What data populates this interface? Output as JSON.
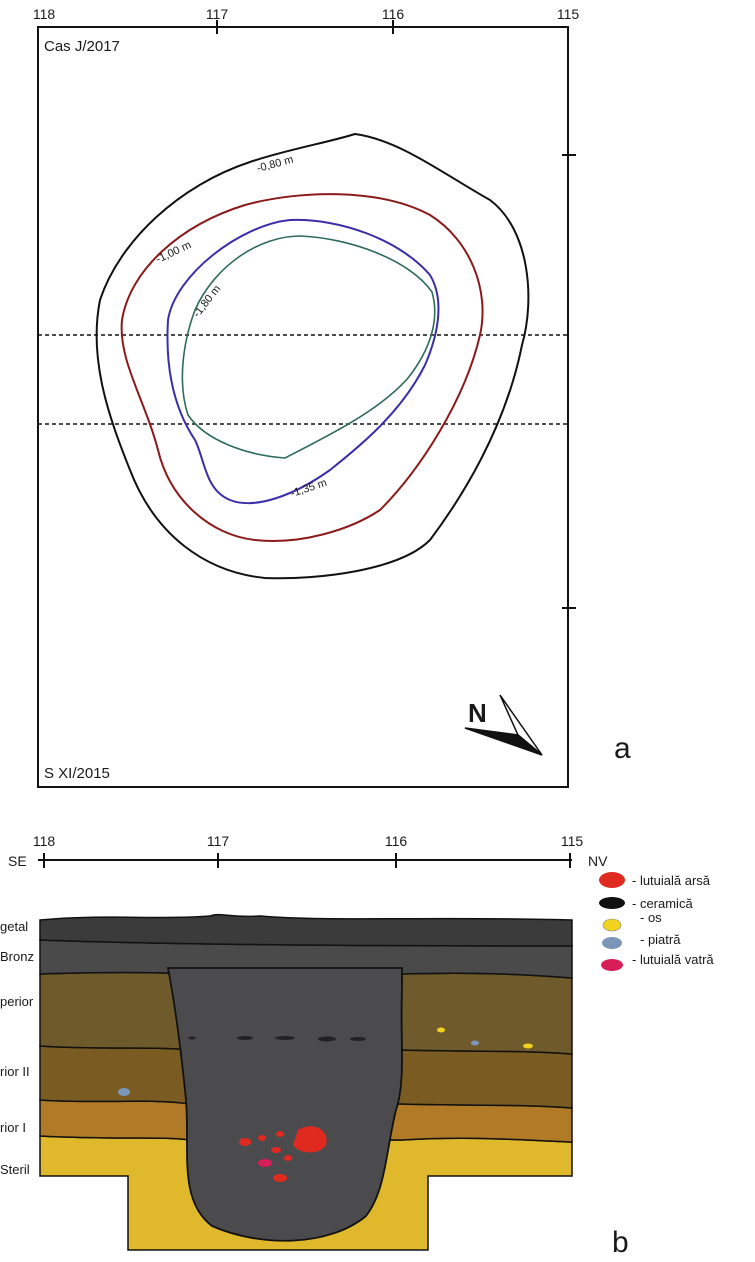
{
  "plan": {
    "ticks": [
      "118",
      "117",
      "116",
      "115"
    ],
    "title_top": "Cas J/2017",
    "title_bottom": "S XI/2015",
    "panel_letter": "a",
    "north_label": "N",
    "contours": [
      {
        "label": "-0,80 m",
        "color": "#111111"
      },
      {
        "label": "-1,00 m",
        "color": "#8b1a1a"
      },
      {
        "label": "-1,80 m",
        "color": "#3a2fa8"
      },
      {
        "label": "-1,35 m",
        "color": "#2e6b58"
      }
    ]
  },
  "section": {
    "ticks": [
      "118",
      "117",
      "116",
      "115"
    ],
    "left_dir": "SE",
    "right_dir": "NV",
    "panel_letter": "b",
    "layers": [
      {
        "label": "getal",
        "color": "#3b3b3b"
      },
      {
        "label": "Bronz",
        "color": "#4a4a4a"
      },
      {
        "label": "perior",
        "color": "#6e5a2a"
      },
      {
        "label": "rior II",
        "color": "#7a5c22"
      },
      {
        "label": "rior I",
        "color": "#b07a26"
      },
      {
        "label": "Steril",
        "color": "#e0b82c"
      }
    ],
    "legend": [
      {
        "label": "- lutuială arsă",
        "color": "#e02a20"
      },
      {
        "label": "- ceramică",
        "color": "#111111"
      },
      {
        "label": "- os",
        "color": "#f2d21c"
      },
      {
        "label": "- piatră",
        "color": "#7a96b8"
      },
      {
        "label": "- lutuială vatră",
        "color": "#d81e56"
      }
    ]
  }
}
